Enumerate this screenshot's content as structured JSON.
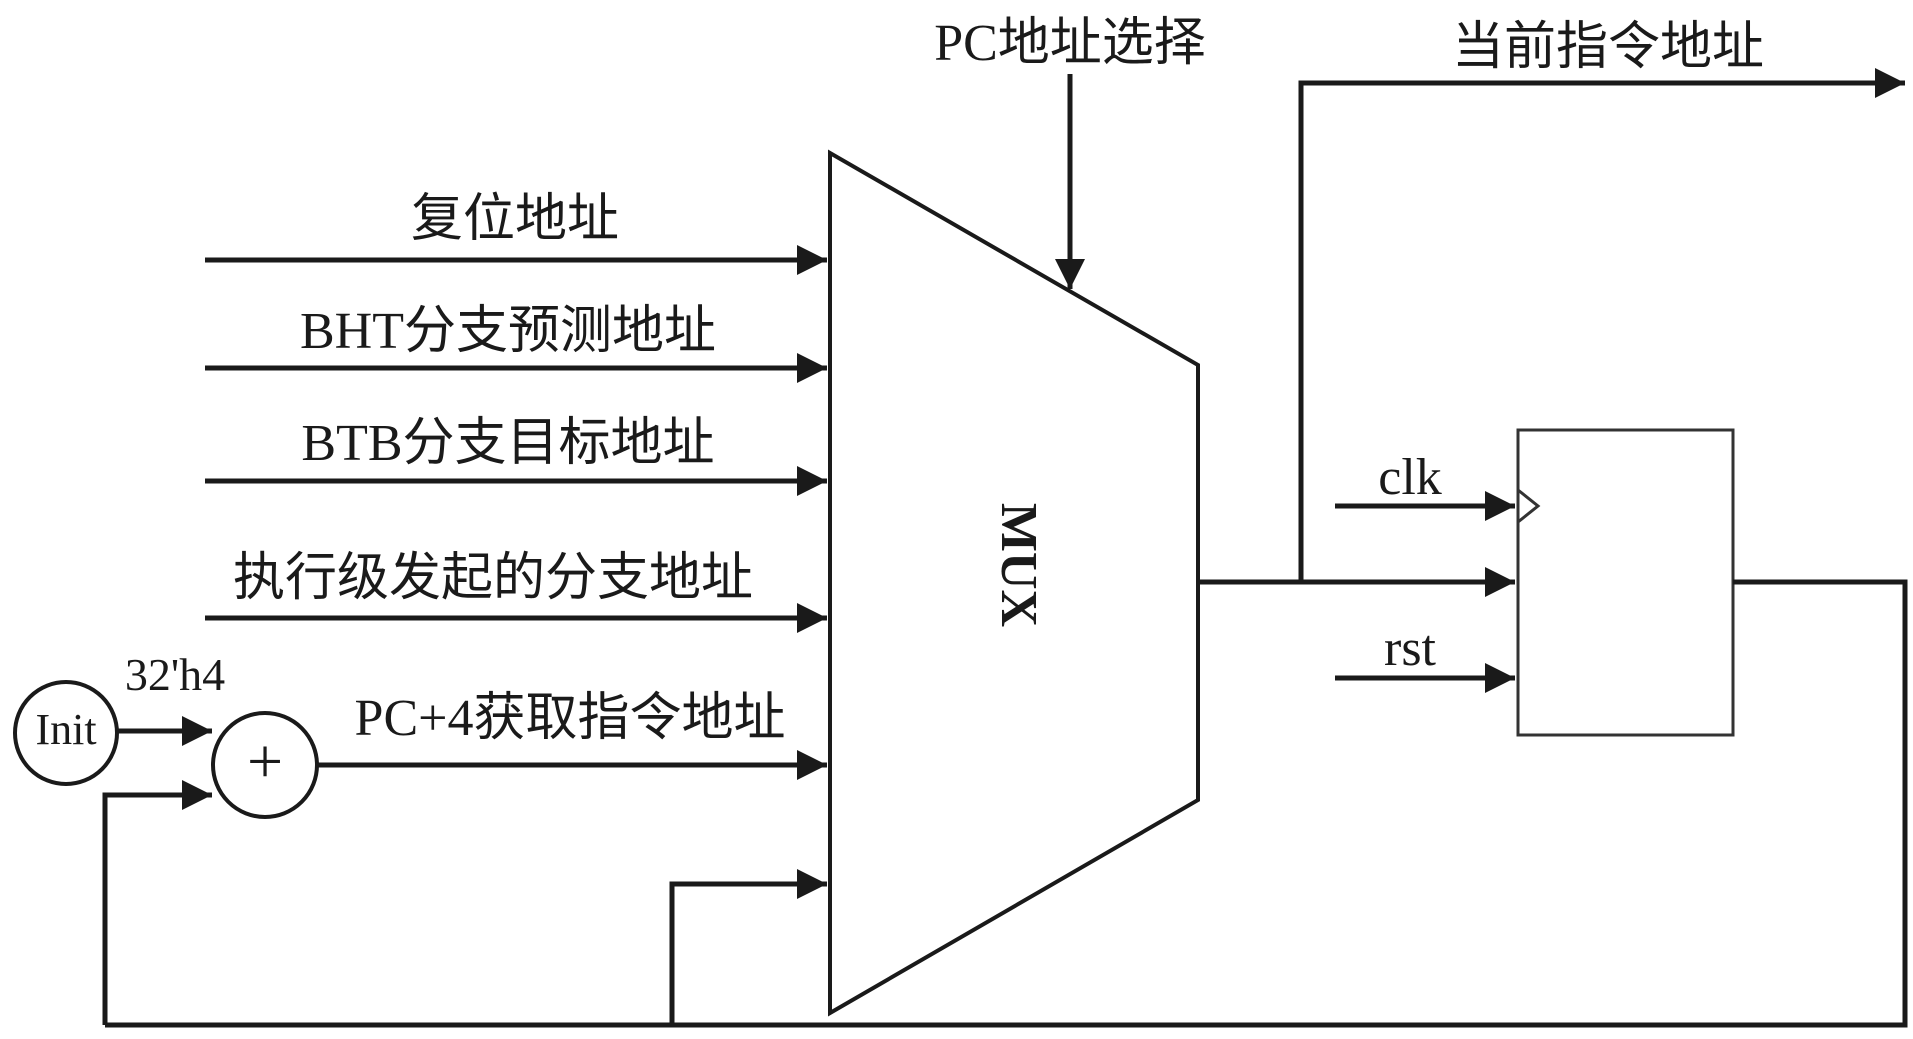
{
  "labels": {
    "pc_select": "PC地址选择",
    "current_addr": "当前指令地址",
    "reset_addr": "复位地址",
    "bht_addr": "BHT分支预测地址",
    "btb_addr": "BTB分支目标地址",
    "exec_branch_addr": "执行级发起的分支地址",
    "pc4_addr": "PC+4获取指令地址",
    "const_4": "32'h4",
    "init": "Init",
    "plus": "+",
    "mux": "MUX",
    "clk": "clk",
    "rst": "rst"
  },
  "colors": {
    "line": "#1a1a1a",
    "background": "#ffffff"
  }
}
